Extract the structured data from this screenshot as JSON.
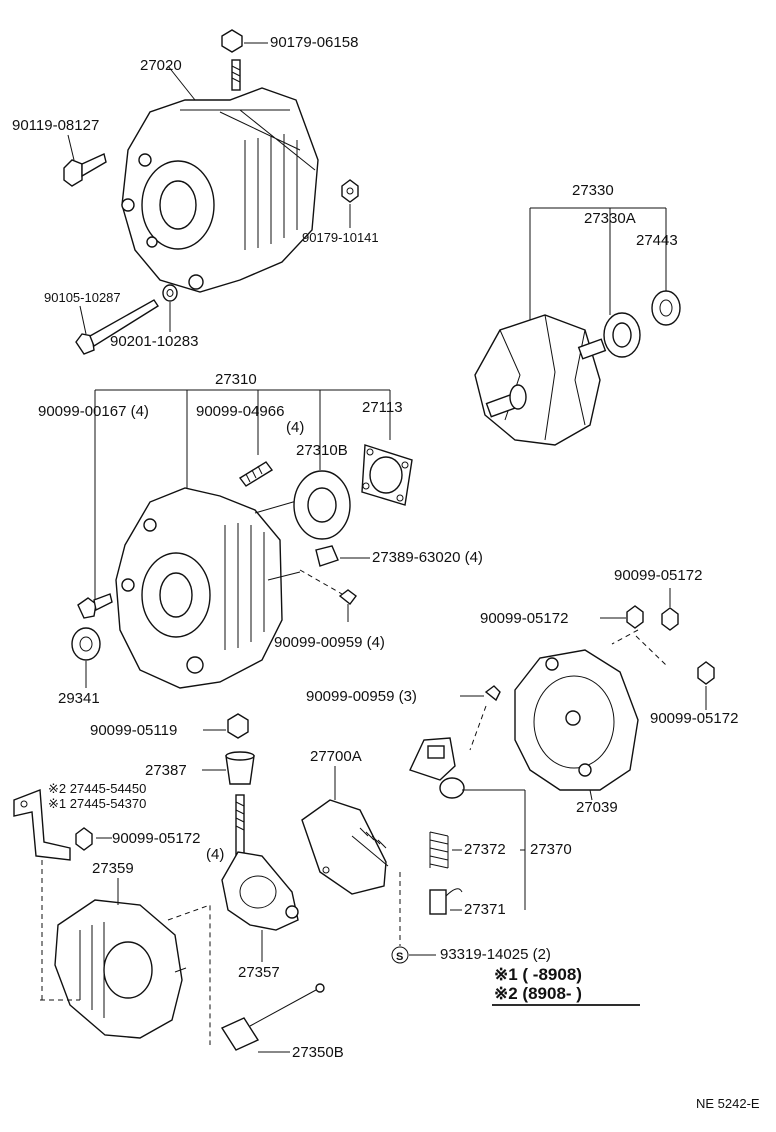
{
  "labels": {
    "l_90179_06158": "90179-06158",
    "l_27020": "27020",
    "l_90119_08127": "90119-08127",
    "l_90179_10141": "90179-10141",
    "l_90105_10287": "90105-10287",
    "l_90201_10283": "90201-10283",
    "l_27330": "27330",
    "l_27330A": "27330A",
    "l_27443": "27443",
    "l_27310": "27310",
    "l_90099_00167": "90099-00167 (4)",
    "l_90099_04966": "90099-04966",
    "l_qty4_a": "(4)",
    "l_27113": "27113",
    "l_27310B": "27310B",
    "l_27389": "27389-63020 (4)",
    "l_90099_05172_a": "90099-05172",
    "l_90099_05172_b": "90099-05172",
    "l_90099_00959_4": "90099-00959 (4)",
    "l_29341": "29341",
    "l_90099_00959_3": "90099-00959 (3)",
    "l_90099_05172_c": "90099-05172",
    "l_90099_05119": "90099-05119",
    "l_27700A": "27700A",
    "l_27387": "27387",
    "l_27445_54450": "※2 27445-54450",
    "l_27445_54370": "※1 27445-54370",
    "l_27039": "27039",
    "l_90099_05172_d": "90099-05172",
    "l_qty4_b": "(4)",
    "l_27359": "27359",
    "l_27372": "27372",
    "l_27370": "27370",
    "l_27371": "27371",
    "l_27357": "27357",
    "l_93319": "93319-14025 (2)",
    "l_s_symbol": "S",
    "l_note1": "※1 (       -8908)",
    "l_note2": "※2 (8908-         )",
    "l_figure_no": "NE 5242-E"
  }
}
